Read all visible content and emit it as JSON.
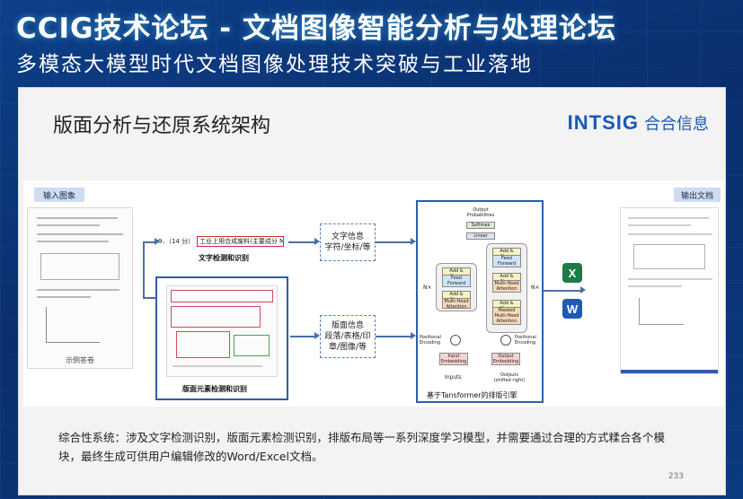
{
  "header": {
    "headline": "CCIG技术论坛 - 文档图像智能分析与处理论坛",
    "subline": "多模态大模型时代文档图像处理技术突破与工业落地"
  },
  "slide": {
    "title": "版面分析与还原系统架构",
    "logo_en": "INTSIG",
    "logo_cn": "合合信息",
    "page_number": "233",
    "description": "综合性系统：涉及文字检测识别，版面元素检测识别，排版布局等一系列深度学习模型，并需要通过合理的方式糅合各个模块，最终生成可供用户编辑修改的Word/Excel文档。"
  },
  "diagram": {
    "input_label": "输入图象",
    "output_label": "输出文档",
    "input_doc_caption": "示例答卷",
    "text_snippet_num": "9．（14 分）",
    "text_snippet_highlight": "工业上用合成废料(主要成分 MnO",
    "text_detect_caption": "文字检测和识别",
    "layout_detect_caption": "版面元素检测和识别",
    "text_info_title": "文字信息",
    "text_info_detail": "字符/坐标/等",
    "layout_info_title": "版面信息",
    "layout_info_detail_1": "段落/表格/印",
    "layout_info_detail_2": "章/图像/等",
    "transformer_caption": "基于Tansformer的排版引擎",
    "tf_output_probs": "Output Probabilities",
    "tf_softmax": "Softmax",
    "tf_linear": "Linear",
    "tf_add_norm": "Add & Norm",
    "tf_feed_forward": "Feed Forward",
    "tf_mha": "Multi-Head Attention",
    "tf_masked_mha": "Masked Multi-Head Attention",
    "tf_nx_left": "N×",
    "tf_nx_right": "N×",
    "tf_pos_enc_left": "Positional Encoding",
    "tf_pos_enc_right": "Positional Encoding",
    "tf_input_emb": "Input Embedding",
    "tf_output_emb": "Output Embedding",
    "tf_inputs": "Inputs",
    "tf_outputs": "Outputs (shifted right)",
    "excel_letter": "X",
    "word_letter": "W"
  },
  "colors": {
    "banner_bg": "#0b3a7e",
    "brand_blue": "#1a58b8",
    "frame_blue": "#2f5ea8",
    "excel_green": "#1f7a45",
    "word_blue": "#1d5bb5",
    "highlight_red": "#cc2b3b"
  }
}
